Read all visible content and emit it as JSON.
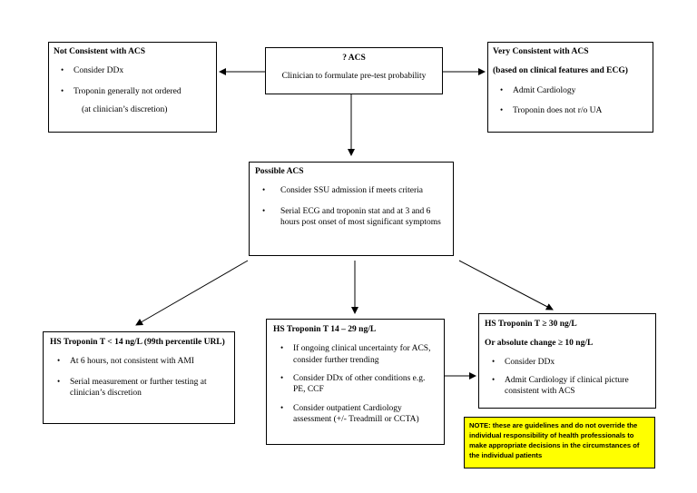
{
  "top_center": {
    "title": "? ACS",
    "text": "Clinician to formulate pre-test probability"
  },
  "top_left": {
    "title": "Not Consistent with ACS",
    "items": [
      "Consider DDx",
      "Troponin generally not ordered"
    ],
    "footer": "(at clinician’s discretion)"
  },
  "top_right": {
    "title": "Very Consistent with ACS",
    "subtitle": "(based on clinical features and ECG)",
    "items": [
      "Admit Cardiology",
      "Troponin does not  r/o UA"
    ]
  },
  "possible": {
    "title": "Possible ACS",
    "items": [
      "Consider SSU admission if meets criteria",
      "Serial ECG and troponin stat and at 3 and 6 hours post onset of most significant symptoms"
    ]
  },
  "low": {
    "title": "HS Troponin T < 14 ng/L (99th percentile URL)",
    "items": [
      "At 6 hours, not consistent with AMI",
      "Serial measurement or further testing at clinician’s discretion"
    ]
  },
  "mid": {
    "title": "HS Troponin T  14 – 29 ng/L",
    "items": [
      "If ongoing clinical uncertainty for ACS, consider further trending",
      "Consider DDx of other conditions e.g. PE, CCF",
      "Consider outpatient Cardiology assessment (+/- Treadmill or CCTA)"
    ]
  },
  "high": {
    "title": "HS Troponin T ≥ 30 ng/L",
    "subtitle": "Or absolute change ≥ 10 ng/L",
    "items": [
      "Consider DDx",
      "Admit Cardiology if clinical picture consistent with ACS"
    ]
  },
  "note": {
    "text": "NOTE:  these are guidelines and do not override the individual responsibility of health professionals to make appropriate decisions in the circumstances of the individual patients"
  },
  "colors": {
    "note_background": "#ffff00",
    "border": "#000000"
  }
}
